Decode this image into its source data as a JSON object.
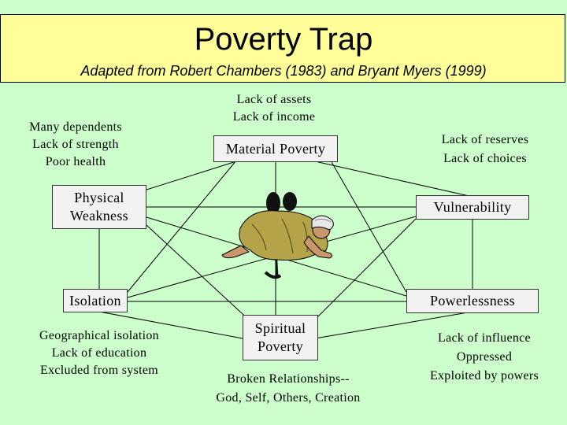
{
  "header": {
    "title": "Poverty Trap",
    "subtitle": "Adapted from Robert Chambers (1983) and Bryant Myers (1999)"
  },
  "nodes": {
    "material": "Material Poverty",
    "physical": "Physical\nWeakness",
    "vulnerability": "Vulnerability",
    "isolation": "Isolation",
    "powerlessness": "Powerlessness",
    "spiritual": "Spiritual\nPoverty"
  },
  "notes": {
    "material": "Lack of assets\nLack of income",
    "physical": "Many dependents\nLack of strength\nPoor health",
    "vulnerability": "Lack of reserves\nLack of choices",
    "isolation": "Geographical isolation\nLack of education\nExcluded from system",
    "powerlessness": "Lack of influence\nOppressed\nExploited by powers",
    "spiritual": "Broken Relationships--\nGod, Self, Others, Creation"
  },
  "illustration": {
    "icon": "bent-person-in-chains-icon"
  },
  "colors": {
    "background": "#ccffcc",
    "title_band": "#ffff99",
    "box_fill": "#f2f2f2",
    "figure": "#b5a34a"
  }
}
